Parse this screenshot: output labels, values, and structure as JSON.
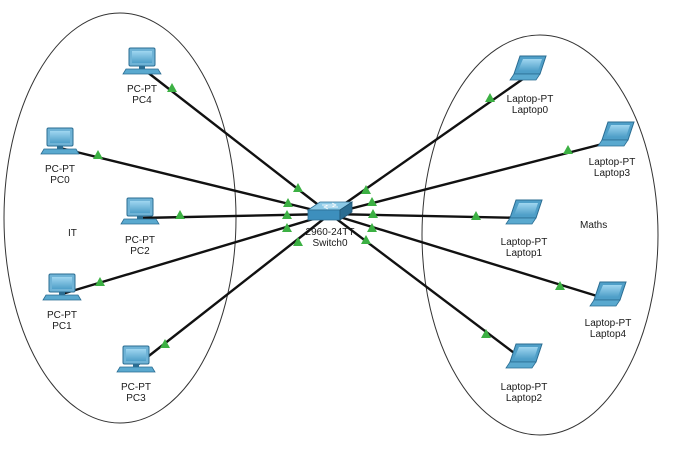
{
  "zones": [
    {
      "id": "it",
      "label": "IT"
    },
    {
      "id": "maths",
      "label": "Maths"
    }
  ],
  "switch": {
    "model": "2960-24TT",
    "name": "Switch0",
    "icon": "switch-icon"
  },
  "devices": [
    {
      "id": "pc4",
      "model": "PC-PT",
      "name": "PC4",
      "icon": "desktop-pc-icon"
    },
    {
      "id": "pc0",
      "model": "PC-PT",
      "name": "PC0",
      "icon": "desktop-pc-icon"
    },
    {
      "id": "pc2",
      "model": "PC-PT",
      "name": "PC2",
      "icon": "desktop-pc-icon"
    },
    {
      "id": "pc1",
      "model": "PC-PT",
      "name": "PC1",
      "icon": "desktop-pc-icon"
    },
    {
      "id": "pc3",
      "model": "PC-PT",
      "name": "PC3",
      "icon": "desktop-pc-icon"
    },
    {
      "id": "laptop0",
      "model": "Laptop-PT",
      "name": "Laptop0",
      "icon": "laptop-icon"
    },
    {
      "id": "laptop3",
      "model": "Laptop-PT",
      "name": "Laptop3",
      "icon": "laptop-icon"
    },
    {
      "id": "laptop1",
      "model": "Laptop-PT",
      "name": "Laptop1",
      "icon": "laptop-icon"
    },
    {
      "id": "laptop4",
      "model": "Laptop-PT",
      "name": "Laptop4",
      "icon": "laptop-icon"
    },
    {
      "id": "laptop2",
      "model": "Laptop-PT",
      "name": "Laptop2",
      "icon": "laptop-icon"
    }
  ],
  "colors": {
    "link": "#111111",
    "link_up": "#3cb043",
    "device": "#5aa9cf",
    "device_dark": "#2b6d92",
    "zone_outline": "#333333"
  }
}
